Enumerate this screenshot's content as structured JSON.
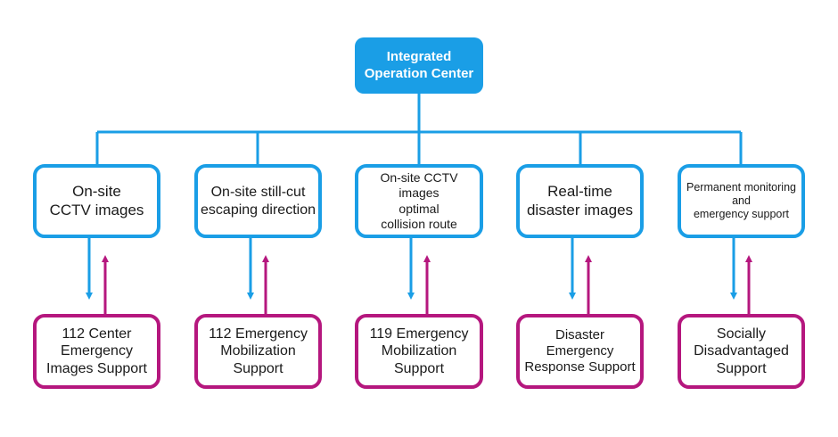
{
  "root": {
    "label": "Integrated\nOperation Center"
  },
  "colors": {
    "blue": "#1a9ee6",
    "magenta": "#b5177e"
  },
  "sources": [
    {
      "label": "On-site\nCCTV images"
    },
    {
      "label": "On-site still-cut\nescaping direction"
    },
    {
      "label": "On-site CCTV images\noptimal\ncollision route"
    },
    {
      "label": "Real-time\ndisaster images"
    },
    {
      "label": "Permanent monitoring\nand\nemergency support"
    }
  ],
  "agencies": [
    {
      "label": "112 Center\nEmergency\nImages Support"
    },
    {
      "label": "112 Emergency\nMobilization\nSupport"
    },
    {
      "label": "119 Emergency\nMobilization\nSupport"
    },
    {
      "label": "Disaster Emergency\nResponse Support"
    },
    {
      "label": "Socially\nDisadvantaged\nSupport"
    }
  ]
}
